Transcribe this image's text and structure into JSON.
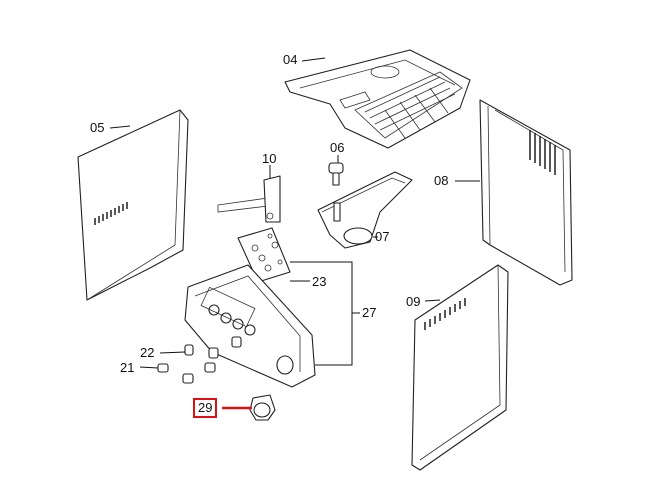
{
  "diagram": {
    "labels": {
      "p04": "04",
      "p05": "05",
      "p06": "06",
      "p07": "07",
      "p08": "08",
      "p09": "09",
      "p10": "10",
      "p21": "21",
      "p22": "22",
      "p23": "23",
      "p27": "27",
      "p29": "29"
    },
    "highlighted_part": "29",
    "highlight_color": "#dd1111"
  }
}
